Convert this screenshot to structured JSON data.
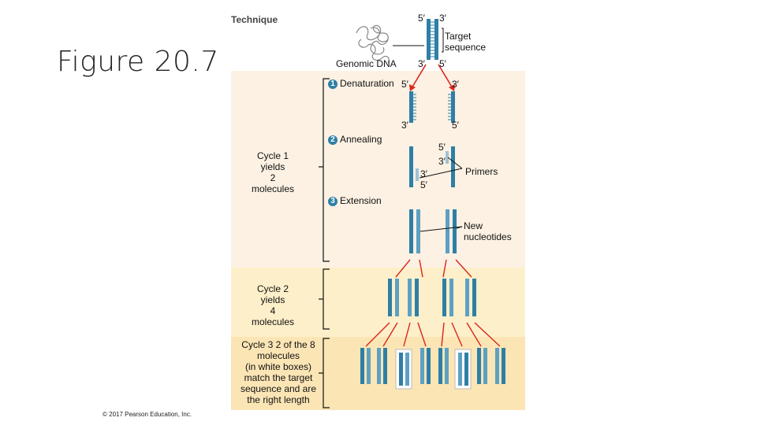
{
  "slide": {
    "title": "Figure 20.7"
  },
  "figure": {
    "heading": "Technique",
    "labels": {
      "genomic_dna": "Genomic DNA",
      "target_sequence_l1": "Target",
      "target_sequence_l2": "sequence",
      "primers": "Primers",
      "new_nucleotides_l1": "New",
      "new_nucleotides_l2": "nucleotides"
    },
    "ends": {
      "five": "5′",
      "three": "3′"
    },
    "steps": [
      {
        "number": "1",
        "label": "Denaturation"
      },
      {
        "number": "2",
        "label": "Annealing"
      },
      {
        "number": "3",
        "label": "Extension"
      }
    ],
    "cycles": [
      {
        "lines": [
          "Cycle 1",
          "yields",
          "2",
          "molecules"
        ]
      },
      {
        "lines": [
          "Cycle 2",
          "yields",
          "4",
          "molecules"
        ]
      },
      {
        "lines": [
          "Cycle 3 2 of the 8",
          "molecules",
          "(in white boxes)",
          "match the target",
          "sequence and are",
          "the right length"
        ]
      }
    ],
    "colors": {
      "band1": "#fcf1e3",
      "band2": "#fdefc9",
      "band3": "#fbe5b5",
      "strand": "#2e7fa6",
      "arrow": "#d9261c"
    }
  },
  "copyright": "© 2017 Pearson Education, Inc."
}
